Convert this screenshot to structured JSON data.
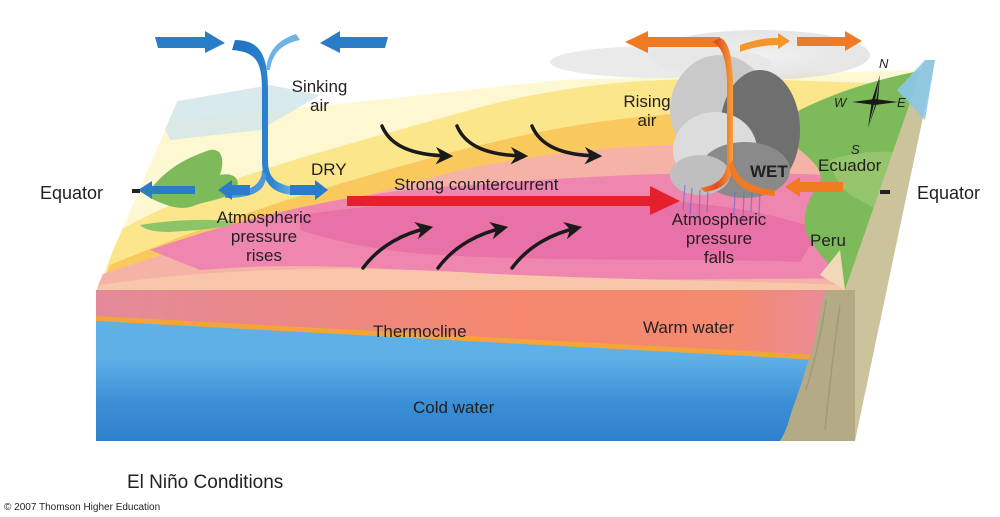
{
  "figure": {
    "caption": "El Niño Conditions",
    "copyright": "© 2007 Thomson Higher Education"
  },
  "labels": {
    "equator_left": "Equator",
    "equator_right": "Equator",
    "sinking_air": [
      "Sinking",
      "air"
    ],
    "dry": "DRY",
    "pressure_rises": [
      "Atmospheric",
      "pressure",
      "rises"
    ],
    "strong_countercurrent": "Strong countercurrent",
    "rising_air": [
      "Rising",
      "air"
    ],
    "wet": "WET",
    "pressure_falls": [
      "Atmospheric",
      "pressure",
      "falls"
    ],
    "ecuador": "Ecuador",
    "peru": "Peru",
    "thermocline": "Thermocline",
    "warm_water": "Warm water",
    "cold_water": "Cold water"
  },
  "compass": {
    "n": "N",
    "s": "S",
    "e": "E",
    "w": "W"
  },
  "colors": {
    "sinking_cell": "#2a7cc7",
    "rising_cell": "#f07a22",
    "countercurrent": "#e3202b",
    "wind_arrows": "#1a1a1a",
    "warm_water": "#f2897a",
    "cold_water": "#58aee6",
    "deep_water": "#2f7fcc",
    "thermocline": "#f3a53a",
    "land": "#7dbb5a",
    "cliff": "#b9b08a"
  }
}
